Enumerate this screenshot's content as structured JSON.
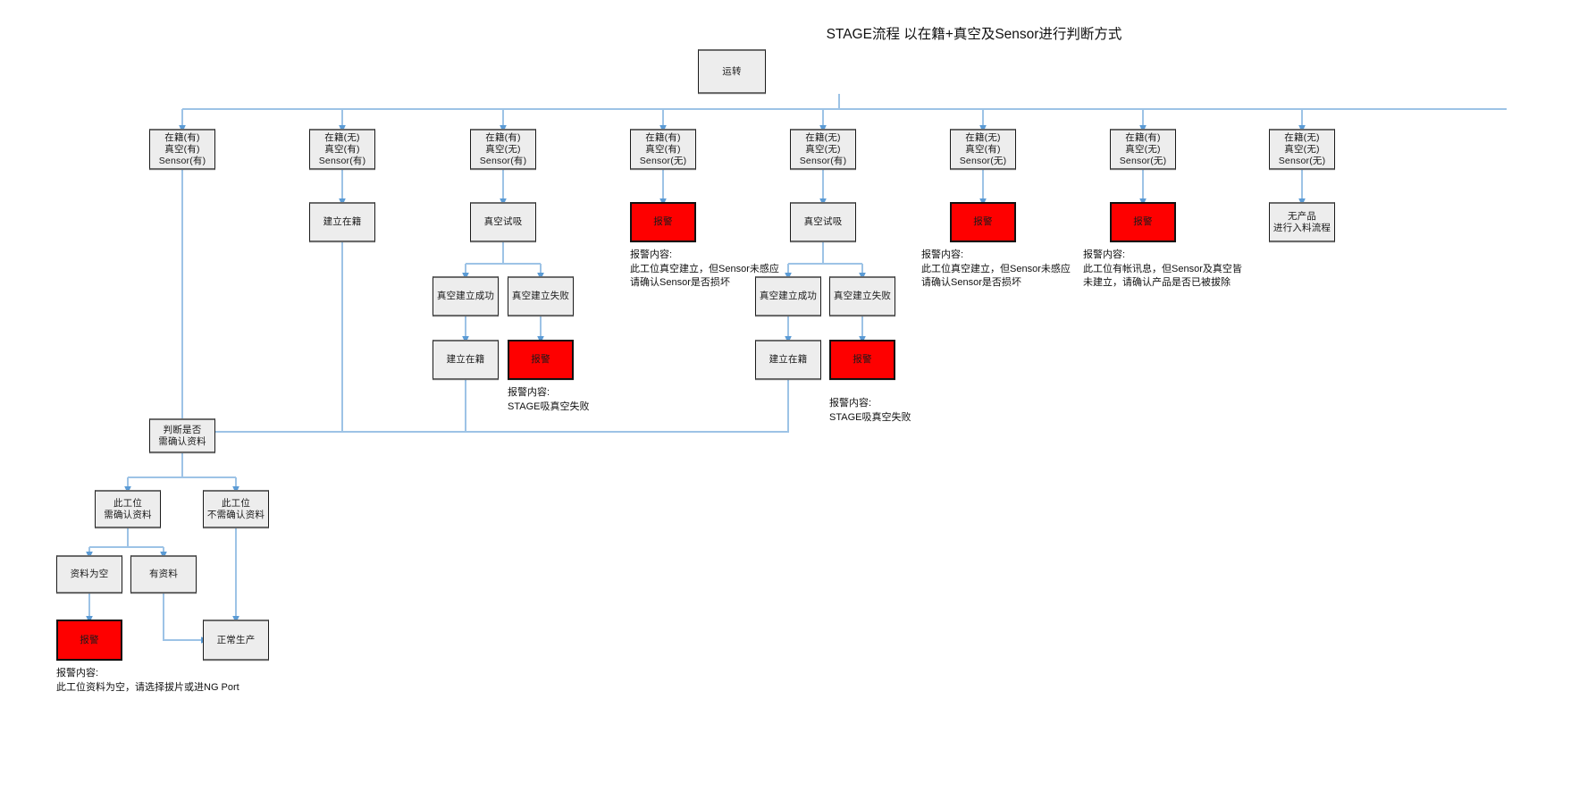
{
  "diagram": {
    "title_line1": "STAGE流程",
    "title_line2": "以在籍+真空及Sensor进行判断方式",
    "accent_edge_color": "#8fbfe0",
    "node_fill": "#ededed",
    "alarm_fill": "#fe0000"
  },
  "root": {
    "label": "运转"
  },
  "conditions": [
    {
      "l1": "在籍(有)",
      "l2": "真空(有)",
      "l3": "Sensor(有)"
    },
    {
      "l1": "在籍(无)",
      "l2": "真空(有)",
      "l3": "Sensor(有)"
    },
    {
      "l1": "在籍(有)",
      "l2": "真空(无)",
      "l3": "Sensor(有)"
    },
    {
      "l1": "在籍(有)",
      "l2": "真空(有)",
      "l3": "Sensor(无)"
    },
    {
      "l1": "在籍(无)",
      "l2": "真空(无)",
      "l3": "Sensor(有)"
    },
    {
      "l1": "在籍(无)",
      "l2": "真空(有)",
      "l3": "Sensor(无)"
    },
    {
      "l1": "在籍(有)",
      "l2": "真空(无)",
      "l3": "Sensor(无)"
    },
    {
      "l1": "在籍(无)",
      "l2": "真空(无)",
      "l3": "Sensor(无)"
    }
  ],
  "stage2": {
    "col2_establish": "建立在籍",
    "col3_vacuum_try": "真空试吸",
    "col4_alarm": "报警",
    "col5_vacuum_try": "真空试吸",
    "col6_alarm": "报警",
    "col7_alarm": "报警",
    "col8_no_product_l1": "无产品",
    "col8_no_product_l2": "进行入料流程"
  },
  "stage3": {
    "col3_success": "真空建立成功",
    "col3_fail": "真空建立失败",
    "col5_success": "真空建立成功",
    "col5_fail": "真空建立失败"
  },
  "stage4": {
    "col3_establish": "建立在籍",
    "col3_alarm": "报警",
    "col5_establish": "建立在籍",
    "col5_alarm": "报警"
  },
  "notes": {
    "note_col4": {
      "l1": "报警内容:",
      "l2": "此工位真空建立，但Sensor未感应",
      "l3": "请确认Sensor是否损坏"
    },
    "note_col6": {
      "l1": "报警内容:",
      "l2": "此工位真空建立，但Sensor未感应",
      "l3": "请确认Sensor是否损坏"
    },
    "note_col7": {
      "l1": "报警内容:",
      "l2": "此工位有帐讯息，但Sensor及真空皆",
      "l3": "未建立，请确认产品是否已被拔除"
    },
    "note_col3_fail": {
      "l1": "报警内容:",
      "l2": "STAGE吸真空失败"
    },
    "note_col5_fail": {
      "l1": "报警内容:",
      "l2": "STAGE吸真空失败"
    },
    "note_bottom": {
      "l1": "报警内容:",
      "l2": "此工位资料为空，请选择拔片或进NG Port"
    }
  },
  "decision": {
    "l1": "判断是否",
    "l2": "需确认资料"
  },
  "bottom": {
    "need_confirm_l1": "此工位",
    "need_confirm_l2": "需确认资料",
    "no_confirm_l1": "此工位",
    "no_confirm_l2": "不需确认资料",
    "data_empty": "资料为空",
    "has_data": "有资料",
    "alarm": "报警",
    "normal_production": "正常生产"
  }
}
